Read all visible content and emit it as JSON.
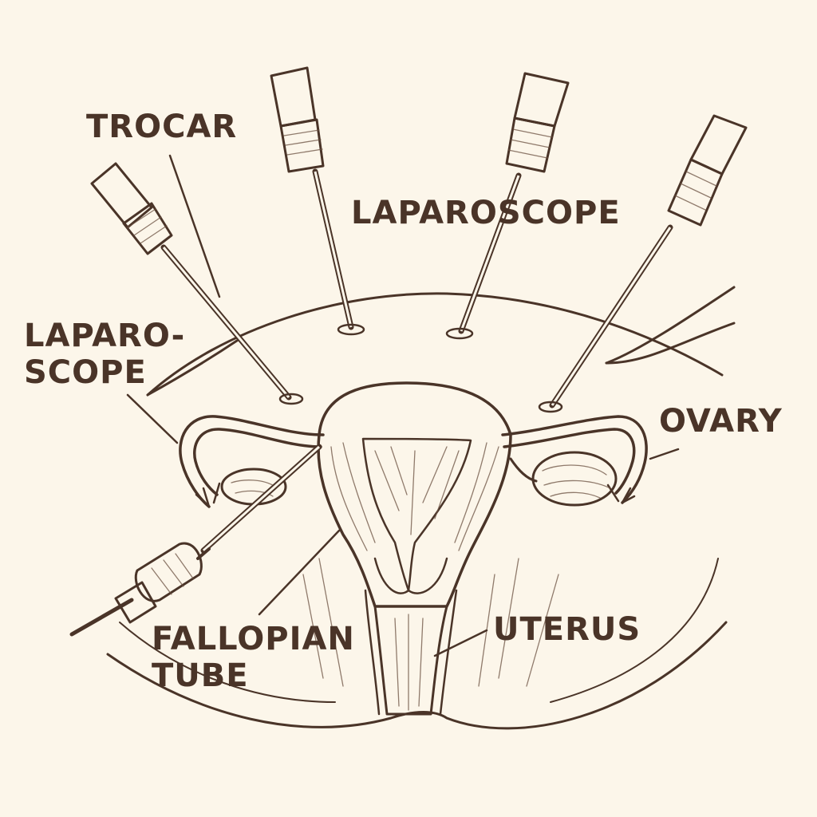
{
  "labels": {
    "trocar": "TROCAR",
    "laparoscope_top": "LAPAROSCOPE",
    "laparoscope_left_line1": "LAPARO-",
    "laparoscope_left_line2": "SCOPE",
    "ovary": "OVARY",
    "fallopian_line1": "FALLOPIAN",
    "fallopian_line2": "TUBE",
    "uterus": "UTERUS"
  },
  "colors": {
    "background": "#fcf6ea",
    "ink": "#4a3428",
    "tissue": "#f3e4d0",
    "cavity": "#e6ccb4"
  }
}
